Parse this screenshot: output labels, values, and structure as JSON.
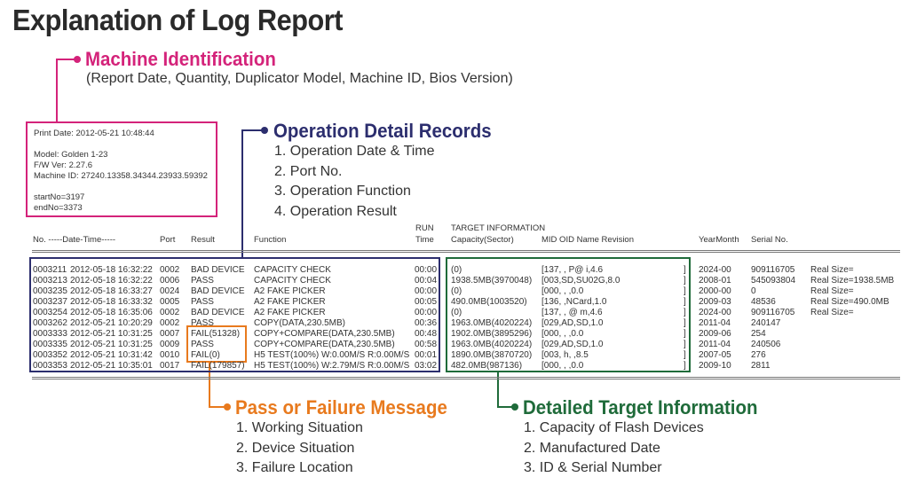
{
  "title": "Explanation of Log Report",
  "colors": {
    "magenta": "#d4237a",
    "navy": "#2c2e6e",
    "orange": "#e87a1e",
    "green": "#1f6b3a"
  },
  "machine": {
    "heading": "Machine Identification",
    "subtitle": "(Report Date, Quantity, Duplicator Model, Machine ID, Bios Version)",
    "print_lines": [
      "Print Date: 2012-05-21 10:48:44",
      "Model: Golden 1-23",
      "F/W Ver: 2.27.6",
      "Machine ID: 27240.13358.34344.23933.59392",
      "startNo=3197",
      "endNo=3373"
    ]
  },
  "operation": {
    "heading": "Operation Detail Records",
    "items": [
      "1. Operation Date & Time",
      "2. Port No.",
      "3. Operation Function",
      "4. Operation Result"
    ]
  },
  "pass_fail": {
    "heading": "Pass or Failure Message",
    "items": [
      "1. Working Situation",
      "2. Device Situation",
      "3. Failure Location"
    ]
  },
  "target": {
    "heading": "Detailed Target Information",
    "items": [
      "1. Capacity of Flash Devices",
      "2. Manufactured Date",
      "3. ID & Serial Number"
    ]
  },
  "table": {
    "headers": {
      "no_date_time": "No. -----Date-Time-----",
      "port": "Port",
      "result": "Result",
      "function": "Function",
      "run": "RUN",
      "time": "Time",
      "target_info": "TARGET INFORMATION",
      "capacity": "Capacity(Sector)",
      "mid": "MID OID Name Revision",
      "yearmonth": "YearMonth",
      "serial": "Serial No."
    },
    "rows": [
      {
        "no": "0003211",
        "dt": "2012-05-18 16:32:22",
        "port": "0002",
        "result": "BAD DEVICE",
        "func": "CAPACITY CHECK",
        "time": "00:00",
        "cap": "(0)",
        "mid": "[137,  , P@ i,4.6",
        "br": "]",
        "ym": "2024-00",
        "serial": "909116705",
        "real": "Real Size="
      },
      {
        "no": "0003213",
        "dt": "2012-05-18 16:32:22",
        "port": "0006",
        "result": "PASS",
        "func": "CAPACITY CHECK",
        "time": "00:04",
        "cap": "1938.5MB(3970048)",
        "mid": "[003,SD,SU02G,8.0",
        "br": "]",
        "ym": "2008-01",
        "serial": "545093804",
        "real": "Real Size=1938.5MB"
      },
      {
        "no": "0003235",
        "dt": "2012-05-18 16:33:27",
        "port": "0024",
        "result": "BAD DEVICE",
        "func": "A2 FAKE PICKER",
        "time": "00:00",
        "cap": "(0)",
        "mid": "[000,  ,  ,0.0",
        "br": "]",
        "ym": "2000-00",
        "serial": "0",
        "real": "Real Size="
      },
      {
        "no": "0003237",
        "dt": "2012-05-18 16:33:32",
        "port": "0005",
        "result": "PASS",
        "func": "A2 FAKE PICKER",
        "time": "00:05",
        "cap": "490.0MB(1003520)",
        "mid": "[136,  ,NCard,1.0",
        "br": "]",
        "ym": "2009-03",
        "serial": "48536",
        "real": "Real Size=490.0MB"
      },
      {
        "no": "0003254",
        "dt": "2012-05-18 16:35:06",
        "port": "0002",
        "result": "BAD DEVICE",
        "func": "A2 FAKE PICKER",
        "time": "00:00",
        "cap": "(0)",
        "mid": "[137,  , @ m,4.6",
        "br": "]",
        "ym": "2024-00",
        "serial": "909116705",
        "real": "Real Size="
      },
      {
        "no": "0003262",
        "dt": "2012-05-21 10:20:29",
        "port": "0002",
        "result": "PASS",
        "func": "COPY(DATA,230.5MB)",
        "time": "00:36",
        "cap": "1963.0MB(4020224)",
        "mid": "[029,AD,SD,1.0",
        "br": "]",
        "ym": "2011-04",
        "serial": "240147",
        "real": ""
      },
      {
        "no": "0003333",
        "dt": "2012-05-21 10:31:25",
        "port": "0007",
        "result": "FAIL(51328)",
        "func": "COPY+COMPARE(DATA,230.5MB)",
        "time": "00:48",
        "cap": "1902.0MB(3895296)",
        "mid": "[000,  ,  ,0.0",
        "br": "]",
        "ym": "2009-06",
        "serial": "254",
        "real": ""
      },
      {
        "no": "0003335",
        "dt": "2012-05-21 10:31:25",
        "port": "0009",
        "result": "PASS",
        "func": "COPY+COMPARE(DATA,230.5MB)",
        "time": "00:58",
        "cap": "1963.0MB(4020224)",
        "mid": "[029,AD,SD,1.0",
        "br": "]",
        "ym": "2011-04",
        "serial": "240506",
        "real": ""
      },
      {
        "no": "0003352",
        "dt": "2012-05-21 10:31:42",
        "port": "0010",
        "result": "FAIL(0)",
        "func": "H5 TEST(100%) W:0.00M/S R:0.00M/S",
        "time": "00:01",
        "cap": "1890.0MB(3870720)",
        "mid": "[003, h,  ,8.5",
        "br": "]",
        "ym": "2007-05",
        "serial": "276",
        "real": ""
      },
      {
        "no": "0003353",
        "dt": "2012-05-21 10:35:01",
        "port": "0017",
        "result": "FAIL(179857)",
        "func": "H5 TEST(100%) W:2.79M/S R:0.00M/S",
        "time": "03:02",
        "cap": "482.0MB(987136)",
        "mid": "[000,  ,  ,0.0",
        "br": "]",
        "ym": "2009-10",
        "serial": "2811",
        "real": ""
      }
    ]
  }
}
